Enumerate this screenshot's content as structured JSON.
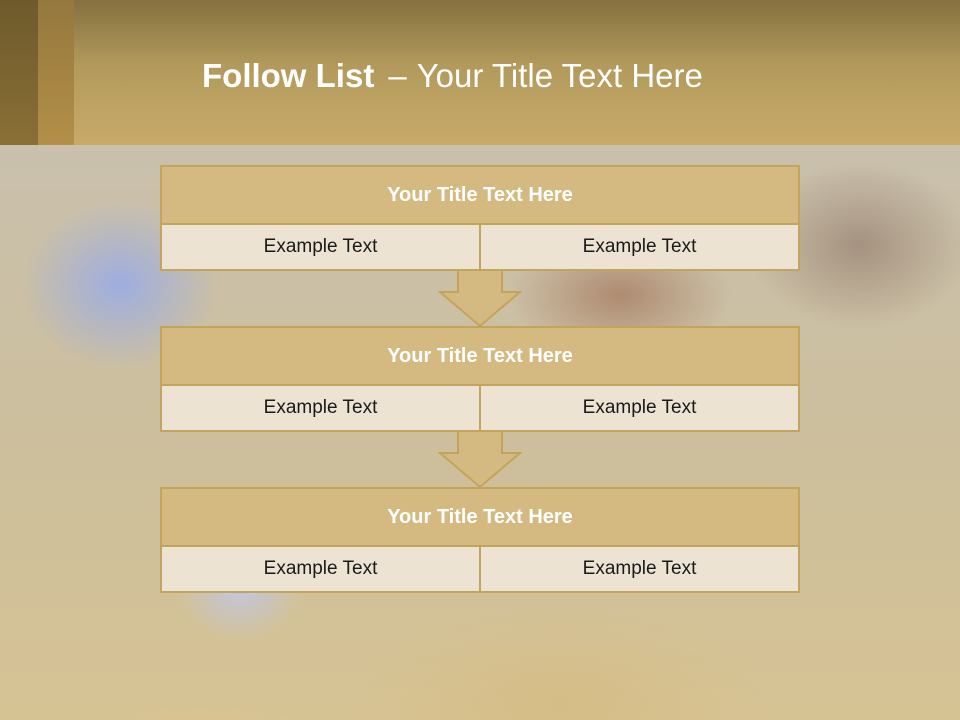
{
  "header": {
    "title_bold": "Follow List",
    "title_sep": "–",
    "title_rest": "Your Title Text Here"
  },
  "steps": [
    {
      "title": "Your Title Text Here",
      "left": "Example Text",
      "right": "Example Text"
    },
    {
      "title": "Your Title Text Here",
      "left": "Example Text",
      "right": "Example Text"
    },
    {
      "title": "Your Title Text Here",
      "left": "Example Text",
      "right": "Example Text"
    }
  ],
  "colors": {
    "header_gold": "#c8aa6a",
    "box_title_fill": "#d4ba80",
    "cell_fill": "#ece3d3",
    "border": "#c4a45c",
    "arrow_fill": "#d4ba80"
  },
  "icons": [
    "down-arrow-icon"
  ]
}
